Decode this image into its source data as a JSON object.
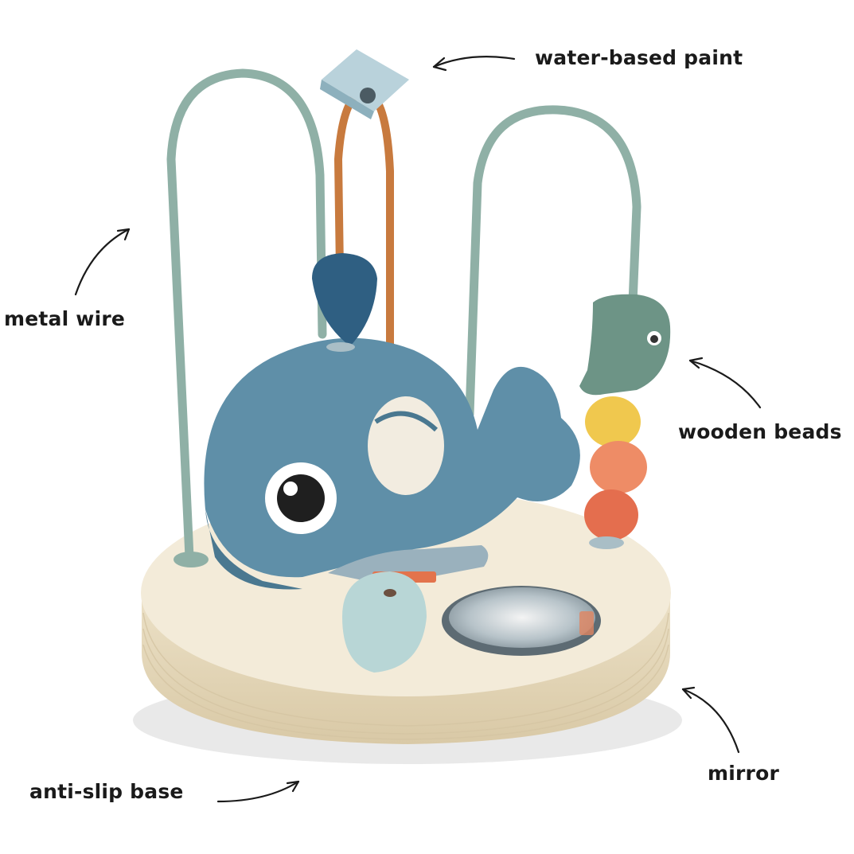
{
  "labels": {
    "paint": "water-based paint",
    "wire": "metal wire",
    "beads": "wooden beads",
    "mirror": "mirror",
    "base": "anti-slip base"
  },
  "colors": {
    "whale": "#5f8fa8",
    "whale_dark": "#4a7890",
    "wire_sage": "#8fb0a6",
    "wire_copper": "#c87a3e",
    "base_wood": "#f1e8d4",
    "base_edge": "#e3d6b8",
    "bead_navy": "#2f5f82",
    "bead_fish": "#6d9486",
    "bead_yellow": "#f0c84e",
    "bead_salmon": "#ee8c66",
    "bead_coral": "#e46e4e",
    "bead_pale": "#b8d6d6"
  }
}
